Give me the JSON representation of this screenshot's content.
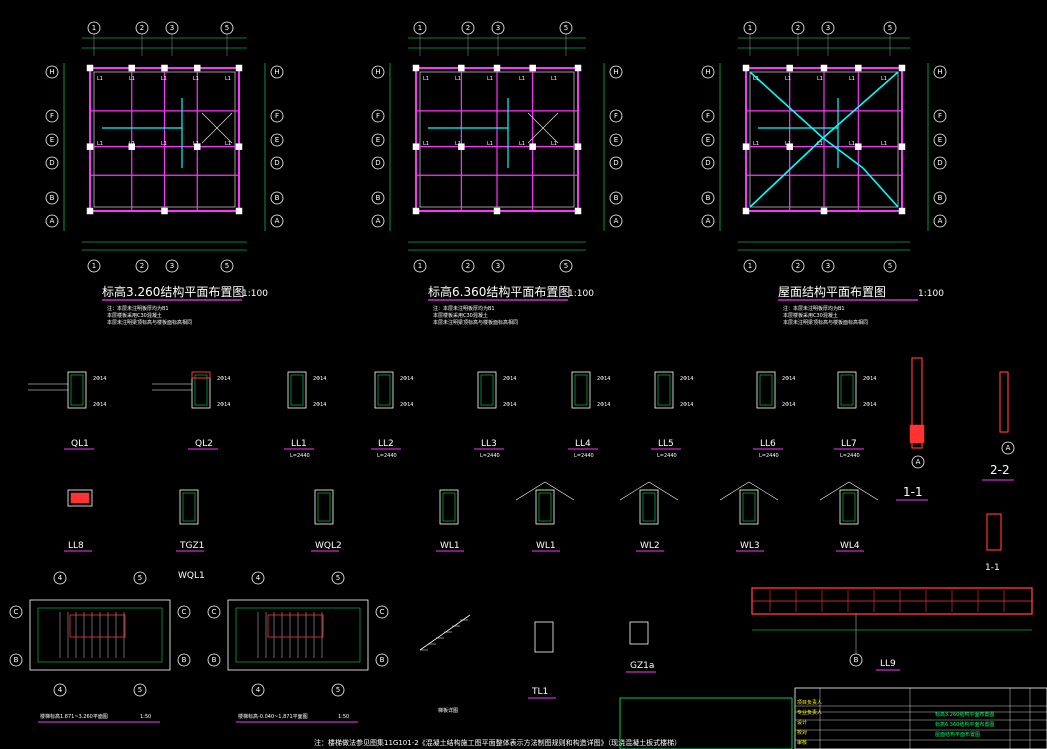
{
  "plans": [
    {
      "title": "标高3.260结构平面布置图",
      "scale": "1:100",
      "notes": [
        "注：本层未注明板厚均为B1",
        "本层楼板采用C30混凝土",
        "本层未注明梁顶标高与楼板面标高相同"
      ]
    },
    {
      "title": "标高6.360结构平面布置图",
      "scale": "1:100",
      "notes": [
        "注：本层未注明板厚均为B1",
        "本层楼板采用C30混凝土",
        "本层未注明梁顶标高与楼板面标高相同"
      ]
    },
    {
      "title": "屋面结构平面布置图",
      "scale": "1:100",
      "notes": [
        "注：本层未注明板厚均为B1",
        "本层楼板采用C30混凝土",
        "本层未注明梁顶标高与楼板面标高相同"
      ]
    }
  ],
  "grid_labels": {
    "top": [
      "1",
      "2",
      "3",
      "5"
    ],
    "rows": [
      "H",
      "F",
      "E",
      "D",
      "B",
      "A"
    ]
  },
  "section_marks": {
    "row1": [
      "QL1",
      "QL2",
      "LL1",
      "LL2",
      "LL3",
      "LL4",
      "LL5",
      "LL6",
      "LL7"
    ],
    "row1_sub": [
      "",
      "",
      "L=2440",
      "L=2440",
      "L=2440",
      "L=2440",
      "L=2440",
      "L=2440",
      "L=2440"
    ],
    "row2": [
      "LL8",
      "TGZ1",
      "WQL1",
      "WQL2",
      "WL1",
      "WL1",
      "WL2",
      "WL3",
      "WL4"
    ],
    "cuts": [
      "1-1",
      "2-2",
      "1-1"
    ],
    "stair": [
      "TL1",
      "GZ1a",
      "LL9"
    ]
  },
  "stair_plans": [
    {
      "label": "楼梯标高1.871~3.260平面图",
      "scale": "1:50"
    },
    {
      "label": "楼梯标高-0.040~1.871平面图",
      "scale": "1:50"
    }
  ],
  "bottom_note": "注：楼梯做法参见图集11G101-2《混凝土结构施工图平面整体表示方法制图规则和构造详图》（现浇混凝土板式楼梯）",
  "title_block": {
    "rows": [
      "标高3.260结构平面布置图",
      "标高6.360结构平面布置图",
      "屋面结构平面布置图"
    ],
    "labels": [
      "项目负责人",
      "专业负责人",
      "设计",
      "校对",
      "审核"
    ]
  }
}
